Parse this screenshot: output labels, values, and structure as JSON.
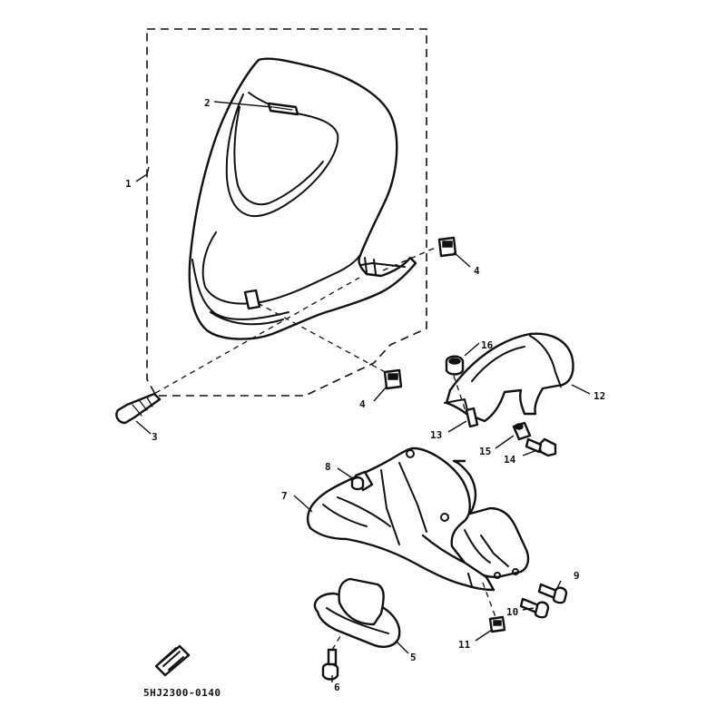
{
  "diagram": {
    "drawing_code": "5HJ2300-0140",
    "callouts": {
      "c1": "1",
      "c2": "2",
      "c3": "3",
      "c4a": "4",
      "c4b": "4",
      "c5": "5",
      "c6": "6",
      "c7": "7",
      "c8": "8",
      "c9": "9",
      "c10": "10",
      "c11": "11",
      "c12": "12",
      "c13": "13",
      "c14": "14",
      "c15": "15",
      "c16": "16"
    }
  }
}
